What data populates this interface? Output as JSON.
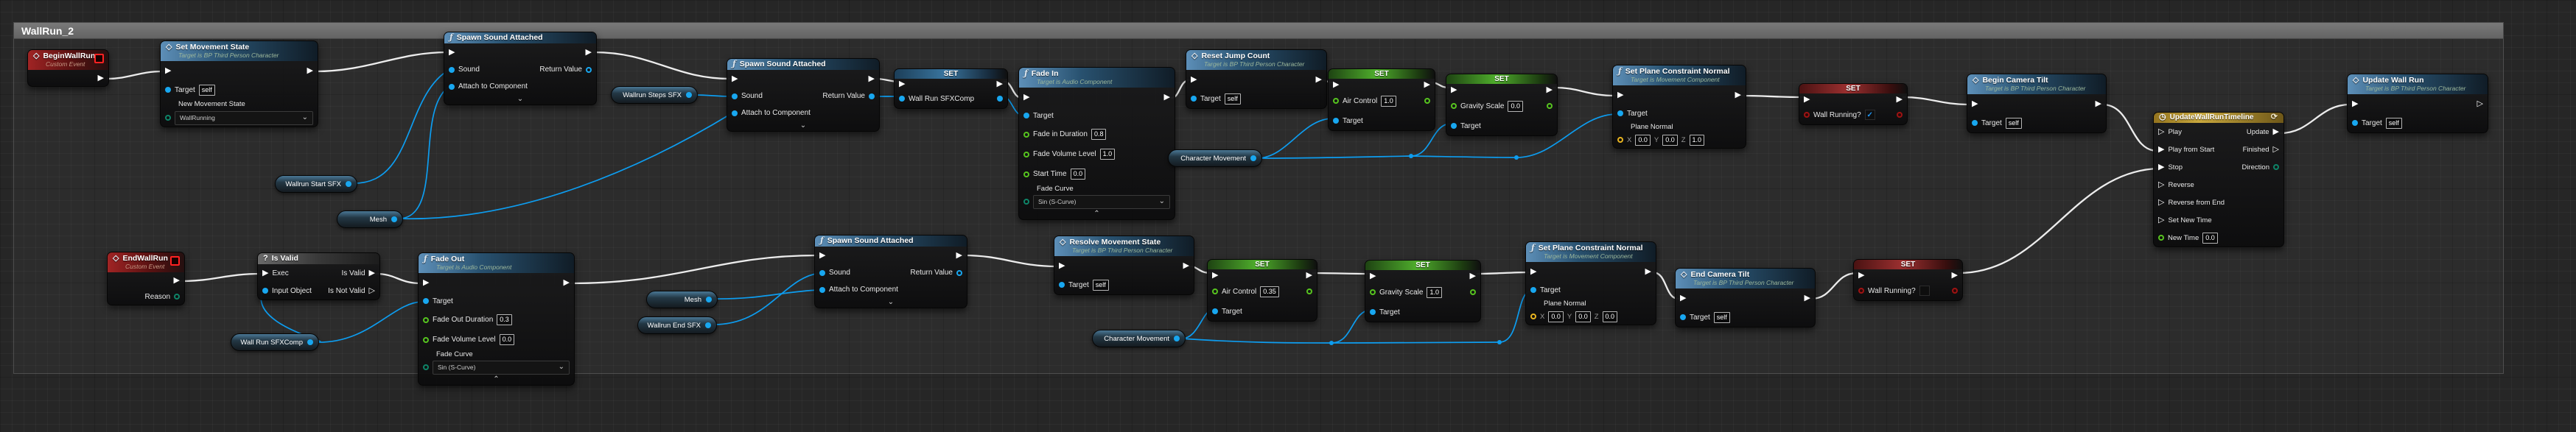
{
  "graph": {
    "title": "WallRun_2"
  },
  "common": {
    "set": "SET",
    "target": "Target",
    "self": "self",
    "x": "X",
    "y": "Y",
    "z": "Z"
  },
  "colors": {
    "exec_wire": "#ececec",
    "data_wire": "#0d9df0",
    "object_pin": "#18a7f0",
    "float_pin": "#57c41f",
    "bool_pin": "#9e1313",
    "vector_pin": "#e8b420",
    "enum_pin": "#0e8468"
  },
  "nodes": {
    "begin_wall_run": {
      "title": "BeginWallRun",
      "subtitle": "Custom Event"
    },
    "set_movement_state": {
      "title": "Set Movement State",
      "subtitle": "Target is BP Third Person Character",
      "new_movement_state_label": "New Movement State",
      "new_movement_state_value": "WallRunning"
    },
    "spawn_sound_attached": {
      "title": "Spawn Sound Attached",
      "sound": "Sound",
      "attach": "Attach to Component",
      "return_value": "Return Value"
    },
    "wallrun_start_sfx": {
      "label": "Wallrun Start SFX"
    },
    "wallrun_steps_sfx": {
      "label": "Wallrun Steps SFX"
    },
    "mesh": {
      "label": "Mesh"
    },
    "wall_run_sfxcomp": {
      "label": "Wall Run SFXComp"
    },
    "fade_in": {
      "title": "Fade In",
      "subtitle": "Target is Audio Component",
      "duration_label": "Fade in Duration",
      "duration": "0.8",
      "volume_label": "Fade Volume Level",
      "volume": "1.0",
      "start_label": "Start Time",
      "start": "0.0",
      "curve_label": "Fade Curve",
      "curve_value": "Sin (S-Curve)"
    },
    "reset_jump_count": {
      "title": "Reset Jump Count",
      "subtitle": "Target is BP Third Person Character"
    },
    "character_movement": {
      "label": "Character Movement"
    },
    "set_air_control_top": {
      "label": "Air Control",
      "value": "1.0"
    },
    "set_gravity_top": {
      "label": "Gravity Scale",
      "value": "0.0"
    },
    "set_plane_top": {
      "title": "Set Plane Constraint Normal",
      "subtitle": "Target is Movement Component",
      "plane_label": "Plane Normal",
      "x": "0.0",
      "y": "0.0",
      "z": "1.0"
    },
    "set_wall_running_top": {
      "label": "Wall Running?",
      "checked": "true"
    },
    "begin_camera_tilt": {
      "title": "Begin Camera Tilt",
      "subtitle": "Target is BP Third Person Character"
    },
    "timeline": {
      "title": "UpdateWallRunTimeline",
      "play": "Play",
      "play_from_start": "Play from Start",
      "stop": "Stop",
      "reverse": "Reverse",
      "reverse_from_end": "Reverse from End",
      "set_new_time": "Set New Time",
      "new_time_label": "New Time",
      "new_time": "0.0",
      "update": "Update",
      "finished": "Finished",
      "direction": "Direction"
    },
    "update_wall_run": {
      "title": "Update Wall Run",
      "subtitle": "Target is BP Third Person Character"
    },
    "end_wall_run": {
      "title": "EndWallRun",
      "subtitle": "Custom Event",
      "reason": "Reason"
    },
    "is_valid": {
      "title": "Is Valid",
      "exec": "Exec",
      "input_object": "Input Object",
      "is_valid": "Is Valid",
      "is_not_valid": "Is Not Valid"
    },
    "fade_out": {
      "title": "Fade Out",
      "subtitle": "Target is Audio Component",
      "duration_label": "Fade Out Duration",
      "duration": "0.3",
      "volume_label": "Fade Volume Level",
      "volume": "0.0",
      "curve_label": "Fade Curve",
      "curve_value": "Sin (S-Curve)"
    },
    "wallrun_end_sfx": {
      "label": "Wallrun End SFX"
    },
    "resolve_movement_state": {
      "title": "Resolve Movement State",
      "subtitle": "Target is BP Third Person Character"
    },
    "set_air_control_bottom": {
      "label": "Air Control",
      "value": "0.35"
    },
    "set_gravity_bottom": {
      "label": "Gravity Scale",
      "value": "1.0"
    },
    "set_plane_bottom": {
      "title": "Set Plane Constraint Normal",
      "subtitle": "Target is Movement Component",
      "plane_label": "Plane Normal",
      "x": "0.0",
      "y": "0.0",
      "z": "0.0"
    },
    "end_camera_tilt": {
      "title": "End Camera Tilt",
      "subtitle": "Target is BP Third Person Character"
    },
    "set_wall_running_bottom": {
      "label": "Wall Running?",
      "checked": "false"
    }
  }
}
